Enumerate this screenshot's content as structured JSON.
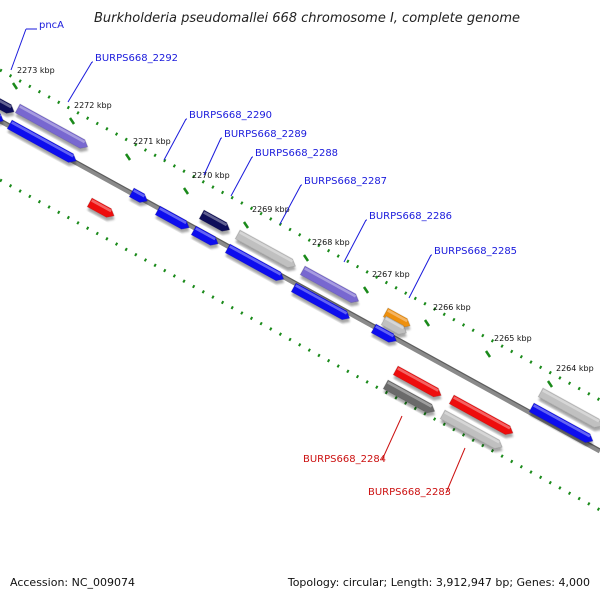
{
  "title": "Burkholderia pseudomallei 668 chromosome I, complete genome",
  "footer": {
    "accession": "Accession: NC_009074",
    "topology": "Topology: circular; Length: 3,912,947 bp; Genes: 4,000"
  },
  "kbp_ticks": [
    "2273 kbp",
    "2272 kbp",
    "2271 kbp",
    "2270 kbp",
    "2269 kbp",
    "2268 kbp",
    "2267 kbp",
    "2266 kbp",
    "2265 kbp",
    "2264 kbp"
  ],
  "gene_labels_top": [
    "pncA",
    "BURPS668_2292",
    "BURPS668_2290",
    "BURPS668_2289",
    "BURPS668_2288",
    "BURPS668_2287",
    "BURPS668_2286",
    "BURPS668_2285"
  ],
  "gene_labels_bottom": [
    "BURPS668_2284",
    "BURPS668_2283"
  ],
  "colors": {
    "label_blue": "#1a1adc",
    "label_red": "#cc1111",
    "tick_green": "#1a8a1a",
    "backbone": "#8a8a8a",
    "gene_blue": "#1010ee",
    "gene_navy": "#10105a",
    "gene_purple": "#7868d0",
    "gene_gray": "#c0c0c0",
    "gene_darkgray": "#6a6a6a",
    "gene_red": "#ee1010",
    "gene_orange": "#ee9010"
  }
}
